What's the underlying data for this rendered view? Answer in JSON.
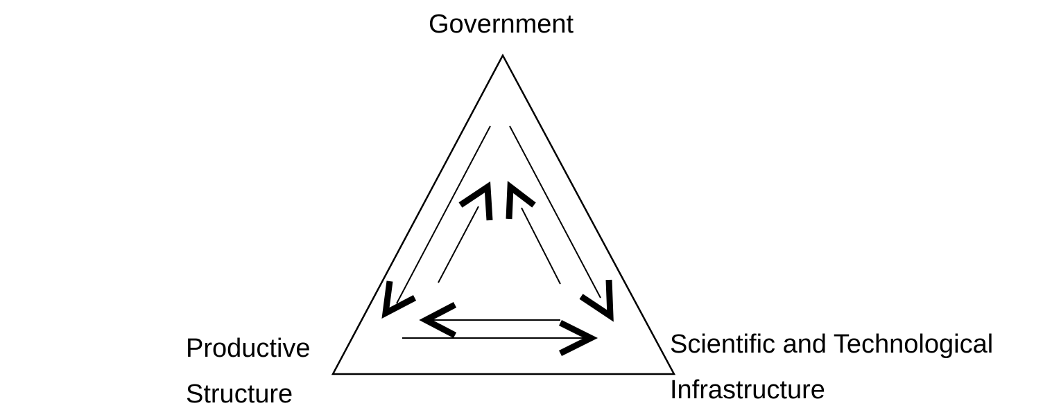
{
  "nodes": {
    "top": {
      "label": "Government"
    },
    "bottom_left": {
      "line1": "Productive",
      "line2": "Structure"
    },
    "bottom_right": {
      "line1": "Scientific and Technological",
      "line2": "Infrastructure"
    }
  },
  "edges": [
    {
      "between": [
        "Government",
        "Productive Structure"
      ],
      "direction": "bidirectional"
    },
    {
      "between": [
        "Government",
        "Scientific and Technological Infrastructure"
      ],
      "direction": "bidirectional"
    },
    {
      "between": [
        "Productive Structure",
        "Scientific and Technological Infrastructure"
      ],
      "direction": "bidirectional"
    }
  ],
  "colors": {
    "stroke": "#000000",
    "background": "#ffffff"
  }
}
